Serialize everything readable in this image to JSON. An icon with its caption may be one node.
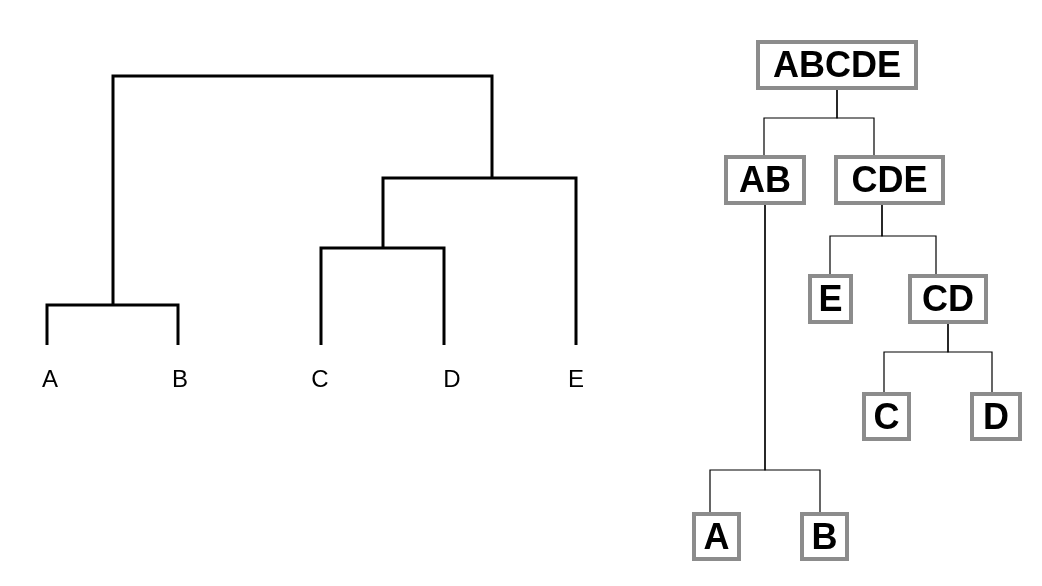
{
  "diagram": {
    "nodes": [
      {
        "text": [
          "ABCDE"
        ]
      },
      {
        "text": [
          "AB"
        ]
      },
      {
        "text": [
          "CDE"
        ]
      },
      {
        "text": [
          "E"
        ]
      },
      {
        "text": [
          "CD"
        ]
      },
      {
        "text": [
          "C"
        ]
      },
      {
        "text": [
          "D"
        ]
      },
      {
        "text": [
          "A"
        ]
      },
      {
        "text": [
          "B"
        ]
      }
    ],
    "edges": [
      {
        "from": 0,
        "to": 1,
        "arrow": "none"
      },
      {
        "from": 0,
        "to": 2,
        "arrow": "none"
      },
      {
        "from": 2,
        "to": 3,
        "arrow": "none"
      },
      {
        "from": 2,
        "to": 4,
        "arrow": "none"
      },
      {
        "from": 4,
        "to": 5,
        "arrow": "none"
      },
      {
        "from": 4,
        "to": 6,
        "arrow": "none"
      },
      {
        "from": 1,
        "to": 7,
        "arrow": "none"
      },
      {
        "from": 1,
        "to": 8,
        "arrow": "none"
      }
    ],
    "labels": [
      "A",
      "B",
      "C",
      "D",
      "E"
    ]
  }
}
